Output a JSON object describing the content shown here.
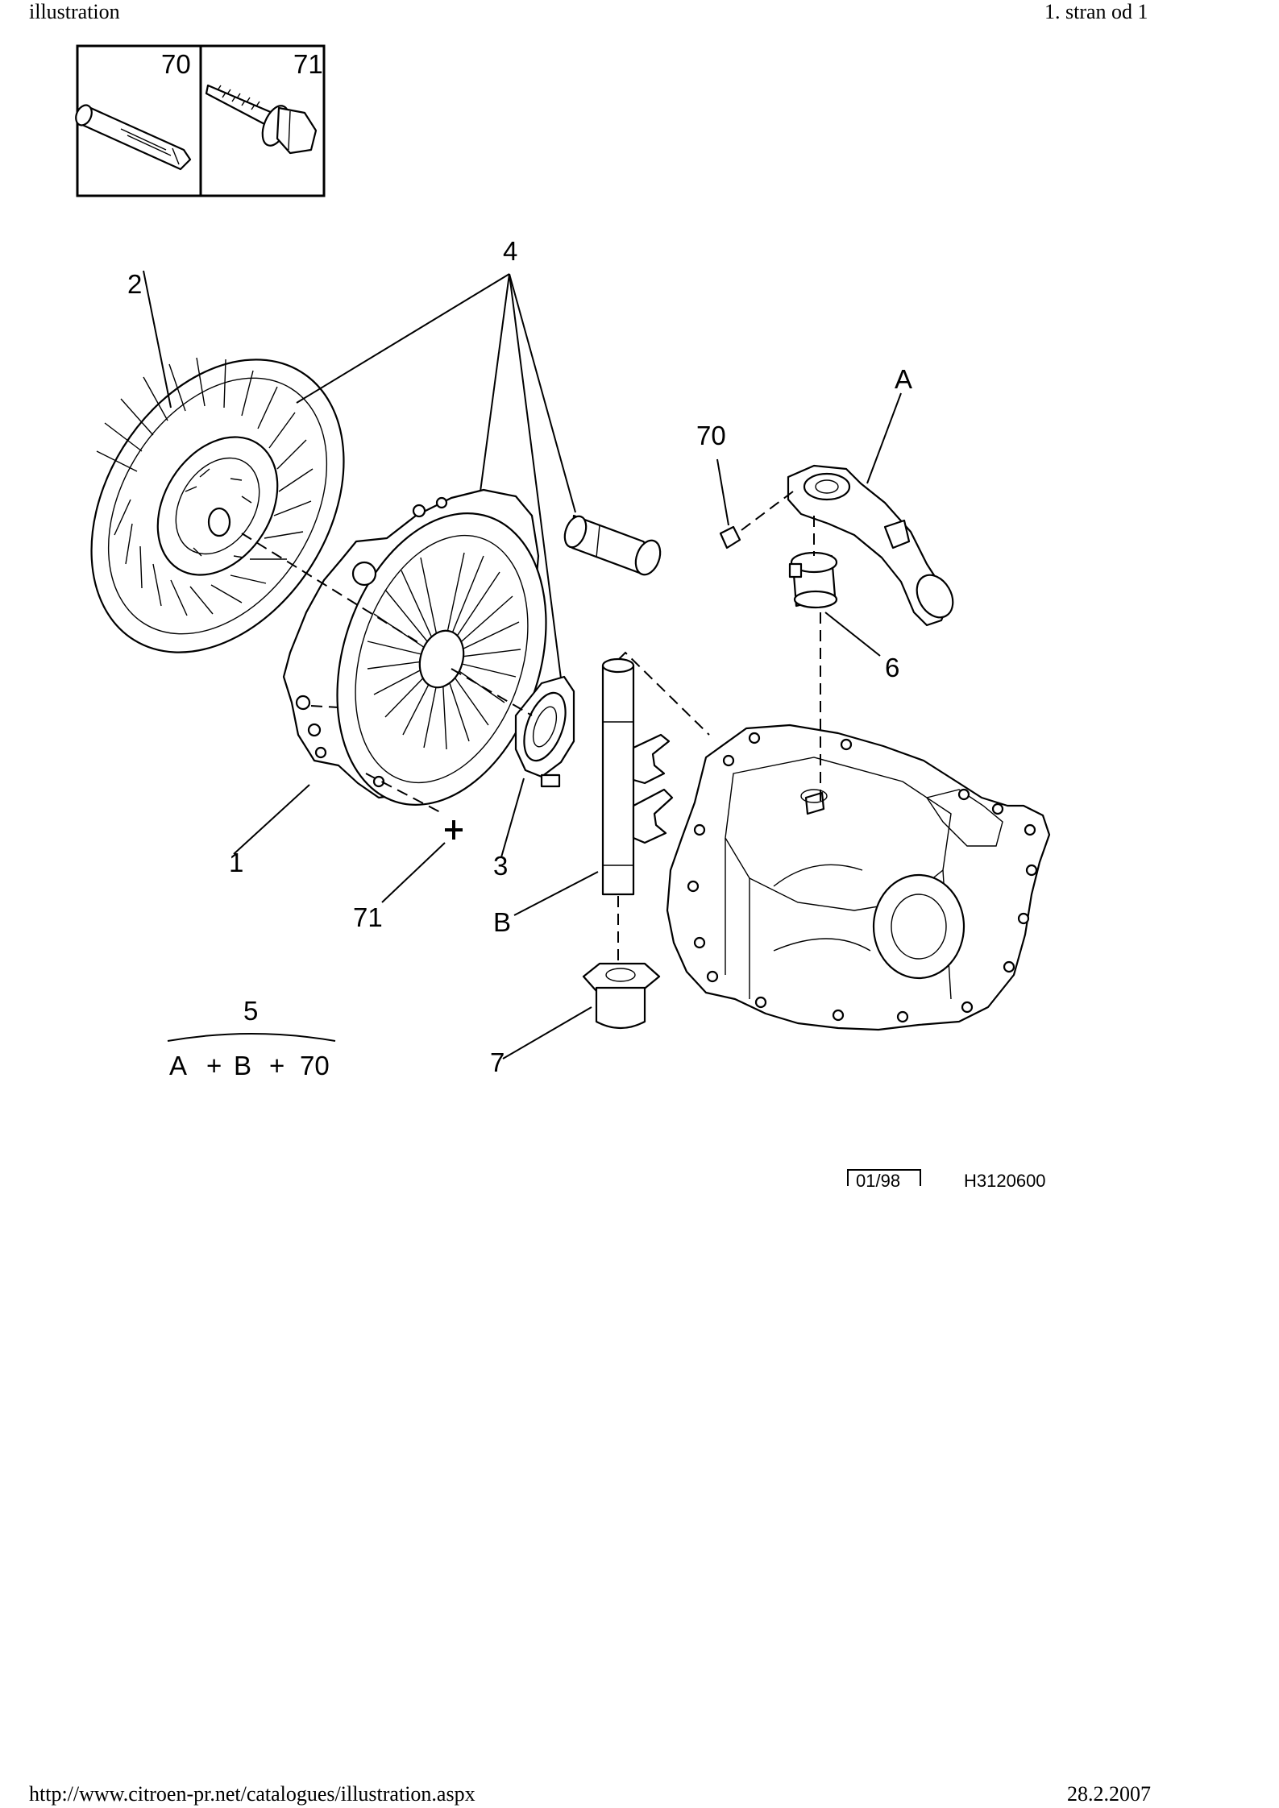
{
  "header": {
    "left": "illustration",
    "right": "1. stran od 1"
  },
  "footer": {
    "url": "http://www.citroen-pr.net/catalogues/illustration.aspx",
    "date": "28.2.2007"
  },
  "inset": {
    "left_label": "70",
    "right_label": "71"
  },
  "callouts": {
    "c1": "1",
    "c2": "2",
    "c3": "3",
    "c4": "4",
    "c6": "6",
    "c7": "7",
    "c70": "70",
    "c71": "71",
    "cA": "A",
    "cB": "B"
  },
  "formula": {
    "number": "5",
    "a": "A",
    "plus1": "+",
    "b": "B",
    "plus2": "+",
    "c": "70"
  },
  "stamp": {
    "date_code": "01/98",
    "ref": "H3120600"
  }
}
